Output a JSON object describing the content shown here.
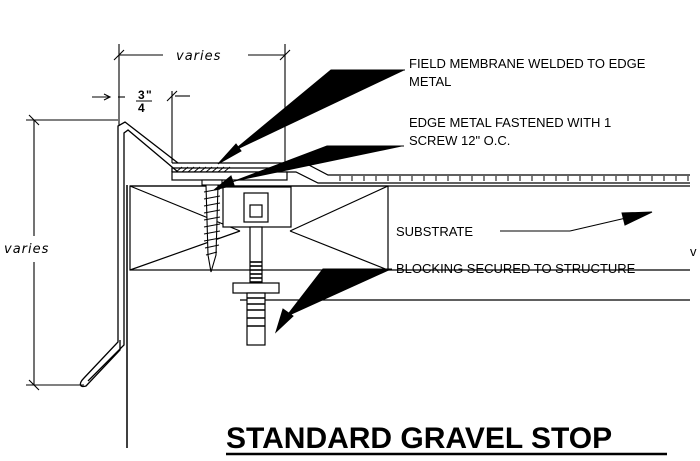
{
  "title": "STANDARD GRAVEL STOP",
  "labels": {
    "field_membrane_line1": "FIELD MEMBRANE WELDED TO EDGE",
    "field_membrane_line2": "METAL",
    "edge_metal_line1": "EDGE METAL FASTENED WITH 1",
    "edge_metal_line2": "SCREW 12\" O.C.",
    "substrate": "SUBSTRATE",
    "blocking": "BLOCKING SECURED TO STRUCTURE"
  },
  "dimensions": {
    "top_width": "varies",
    "height": "varies",
    "offset_numerator": "3",
    "offset_mark": "\"",
    "offset_denominator": "4",
    "cut_off_right": "v"
  }
}
